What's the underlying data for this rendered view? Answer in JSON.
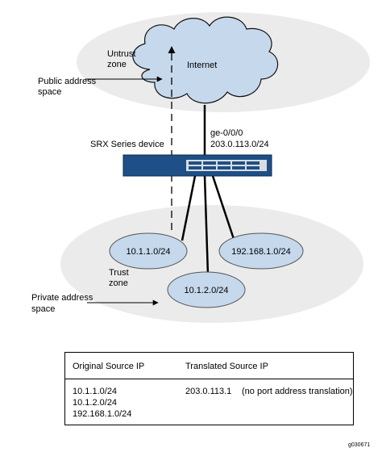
{
  "zones": {
    "untrust_label_line1": "Untrust",
    "untrust_label_line2": "zone",
    "trust_label_line1": "Trust",
    "trust_label_line2": "zone"
  },
  "internet_label": "Internet",
  "address_space": {
    "public_line1": "Public address",
    "public_line2": "space",
    "private_line1": "Private address",
    "private_line2": "space"
  },
  "device": {
    "name": "SRX Series device",
    "interface": "ge-0/0/0",
    "interface_ip": "203.0.113.0/24"
  },
  "subnets": [
    "10.1.1.0/24",
    "192.168.1.0/24",
    "10.1.2.0/24"
  ],
  "table": {
    "headers": [
      "Original Source IP",
      "Translated Source IP"
    ],
    "original_ips": [
      "10.1.1.0/24",
      "10.1.2.0/24",
      "192.168.1.0/24"
    ],
    "translated_ip": "203.0.113.1",
    "translated_note": "(no port address translation)"
  },
  "figure_id": "g030671",
  "colors": {
    "zone_fill": "#ebebeb",
    "cloud_fill": "#c6d8ec",
    "device_fill": "#1e4f86",
    "device_panel": "#d9dde3"
  }
}
